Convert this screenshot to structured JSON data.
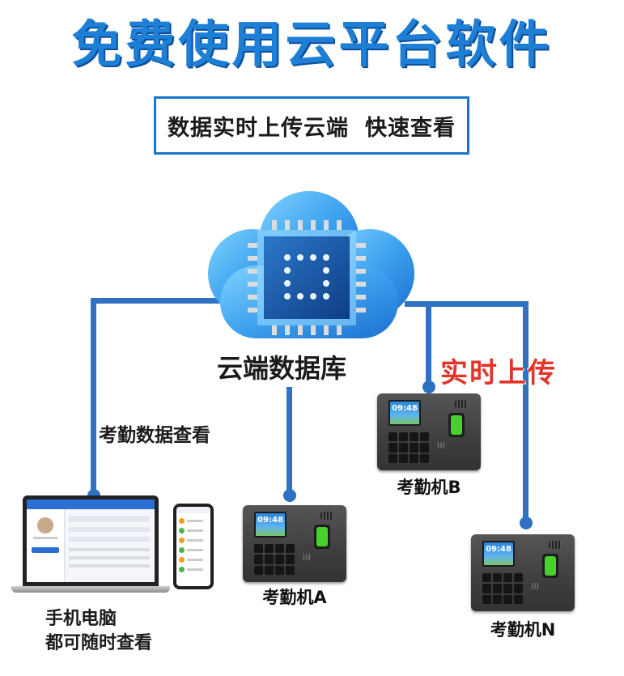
{
  "title": "免费使用云平台软件",
  "subtitle": {
    "part1": "数据实时上传云端",
    "part2": "快速查看"
  },
  "cloud_label": "云端数据库",
  "realtime_label": "实时上传",
  "view_label": "考勤数据查看",
  "devices": {
    "a": {
      "label": "考勤机A",
      "time": "09:48"
    },
    "b": {
      "label": "考勤机B",
      "time": "09:48"
    },
    "n": {
      "label": "考勤机N",
      "time": "09:48"
    }
  },
  "clients_label": {
    "line1": "手机电脑",
    "line2": "都可随时查看"
  },
  "colors": {
    "title_blue": "#1e7fd6",
    "line_blue": "#2f72c4",
    "realtime_red": "#e2352a",
    "sensor_green": "#46d22a"
  }
}
